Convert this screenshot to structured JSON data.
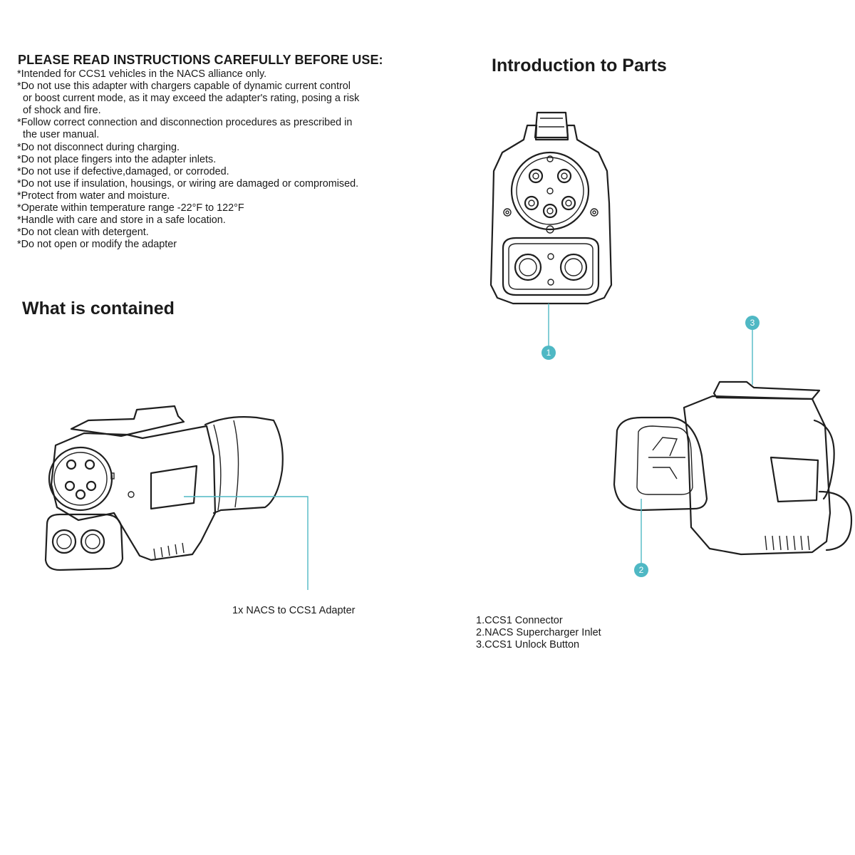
{
  "instructions": {
    "heading": "PLEASE READ INSTRUCTIONS CAREFULLY BEFORE USE:",
    "items": [
      "*Intended for CCS1 vehicles in the NACS alliance only.",
      "*Do not use this adapter with chargers capable of dynamic current control",
      "  or boost current mode, as it may exceed the adapter's rating, posing a risk",
      "  of shock and fire.",
      "*Follow correct connection and disconnection procedures as prescribed in",
      "  the user manual.",
      "*Do not disconnect during charging.",
      "*Do not place fingers into the adapter inlets.",
      "*Do not use if defective,damaged, or corroded.",
      "*Do not use if insulation, housings, or wiring are damaged or compromised.",
      "*Protect from water and moisture.",
      "*Operate within temperature range -22°F to 122°F",
      "*Handle with care and store in a safe location.",
      "*Do not clean with detergent.",
      "*Do not open or modify the adapter"
    ]
  },
  "contents": {
    "title": "What is contained",
    "adapter_caption": "1x NACS to CCS1 Adapter"
  },
  "parts": {
    "title": "Introduction to Parts",
    "callouts": [
      "1",
      "2",
      "3"
    ],
    "legend": [
      "1.CCS1 Connector",
      "2.NACS Supercharger Inlet",
      "3.CCS1 Unlock Button"
    ]
  },
  "colors": {
    "callout": "#4fb8c4",
    "line_art": "#1f1f1f"
  }
}
